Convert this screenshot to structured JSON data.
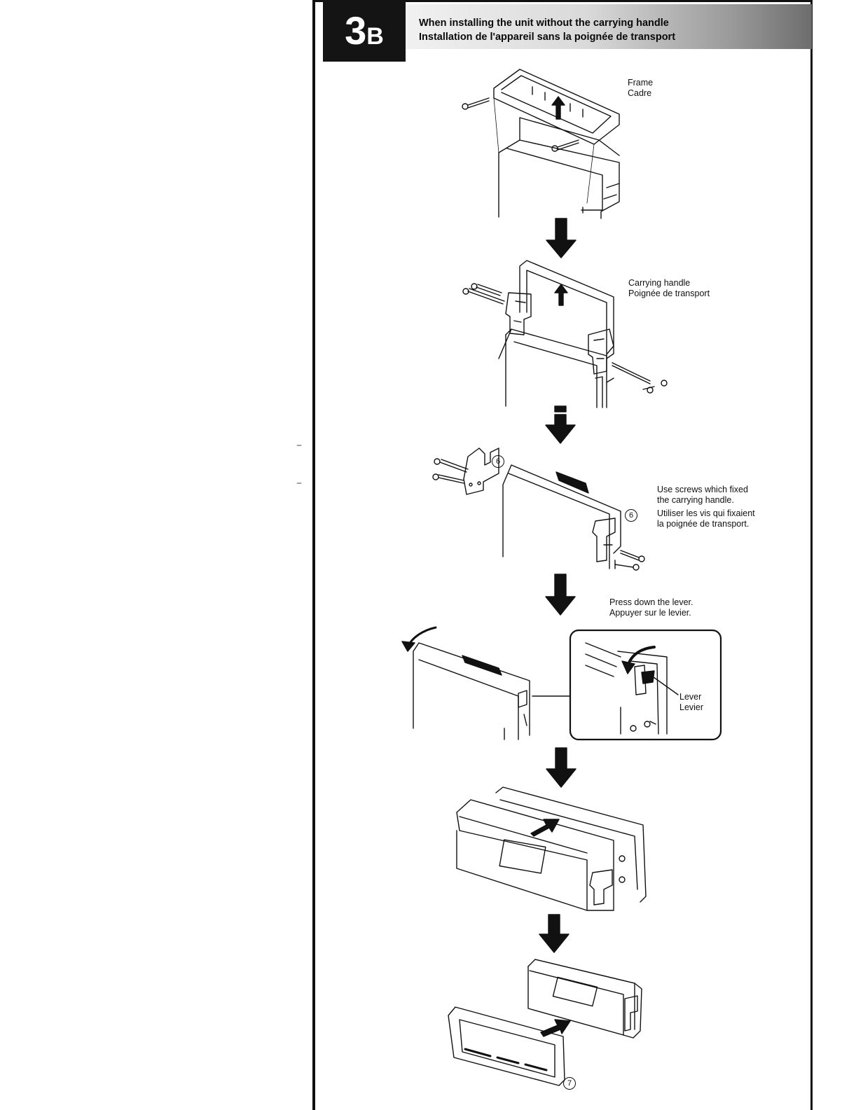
{
  "header": {
    "step_number": "3",
    "step_letter": "B",
    "title_en": "When installing the unit without the carrying handle",
    "title_fr": "Installation de l'appareil sans la poignée de transport"
  },
  "labels": {
    "frame_en": "Frame",
    "frame_fr": "Cadre",
    "handle_en": "Carrying handle",
    "handle_fr": "Poignée de transport",
    "screws_en_1": "Use screws which fixed",
    "screws_en_2": "the carrying handle.",
    "screws_fr_1": "Utiliser les vis qui fixaient",
    "screws_fr_2": "la poignée de transport.",
    "lever_step_en": "Press down the lever.",
    "lever_step_fr": "Appuyer sur le levier.",
    "lever_en": "Lever",
    "lever_fr": "Levier"
  },
  "callouts": {
    "bracket": "6",
    "bracket_installed": "6",
    "front_panel": "7"
  },
  "colors": {
    "ink": "#111111",
    "badge": "#141414",
    "badge_text": "#ffffff"
  }
}
